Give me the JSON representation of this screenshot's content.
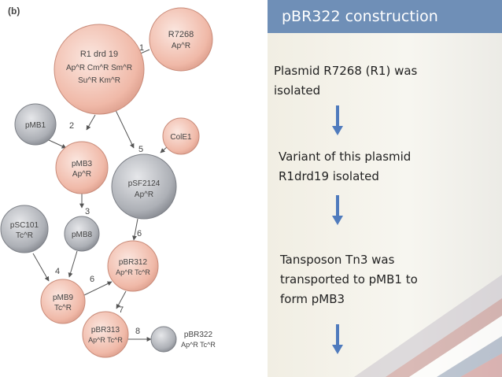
{
  "figure": {
    "panel_label": "(b)",
    "nodes": [
      {
        "id": "r7268",
        "lines": [
          "R7268",
          "Ap^R"
        ],
        "color": "pink"
      },
      {
        "id": "r1drd19",
        "lines": [
          "R1 drd 19",
          "Ap^R Cm^R Sm^R",
          "Su^R Km^R"
        ],
        "color": "pink"
      },
      {
        "id": "pmb1",
        "lines": [
          "pMB1"
        ],
        "color": "gray"
      },
      {
        "id": "pmb3",
        "lines": [
          "pMB3",
          "Ap^R"
        ],
        "color": "pink"
      },
      {
        "id": "cole1",
        "lines": [
          "ColE1"
        ],
        "color": "pink"
      },
      {
        "id": "psf2124",
        "lines": [
          "pSF2124",
          "Ap^R"
        ],
        "color": "gray"
      },
      {
        "id": "psc101",
        "lines": [
          "pSC101",
          "Tc^R"
        ],
        "color": "gray"
      },
      {
        "id": "pmb8",
        "lines": [
          "pMB8"
        ],
        "color": "gray"
      },
      {
        "id": "pbr312",
        "lines": [
          "pBR312",
          "Ap^R Tc^R"
        ],
        "color": "pink"
      },
      {
        "id": "pmb9",
        "lines": [
          "pMB9",
          "Tc^R"
        ],
        "color": "pink"
      },
      {
        "id": "pbr313",
        "lines": [
          "pBR313",
          "Ap^R Tc^R"
        ],
        "color": "pink"
      },
      {
        "id": "pbr322",
        "lines": [
          "pBR322",
          "Ap^R Tc^R"
        ],
        "color": "gray"
      }
    ],
    "edge_labels": [
      "1",
      "2",
      "3",
      "4",
      "5",
      "6",
      "6",
      "7",
      "8"
    ]
  },
  "panel": {
    "title": "pBR322 construction",
    "steps": [
      "Plasmid R7268 (R1) was\nisolated",
      "Variant of this plasmid\nR1drd19 isolated",
      "Tansposon Tn3 was\ntransported to pMB1 to\nform pMB3"
    ]
  },
  "colors": {
    "title_bar": "#6f8fb7",
    "pink_node": "#f2c3b5",
    "gray_node": "#b9bbc0",
    "down_arrow": "#4f7bbd"
  }
}
